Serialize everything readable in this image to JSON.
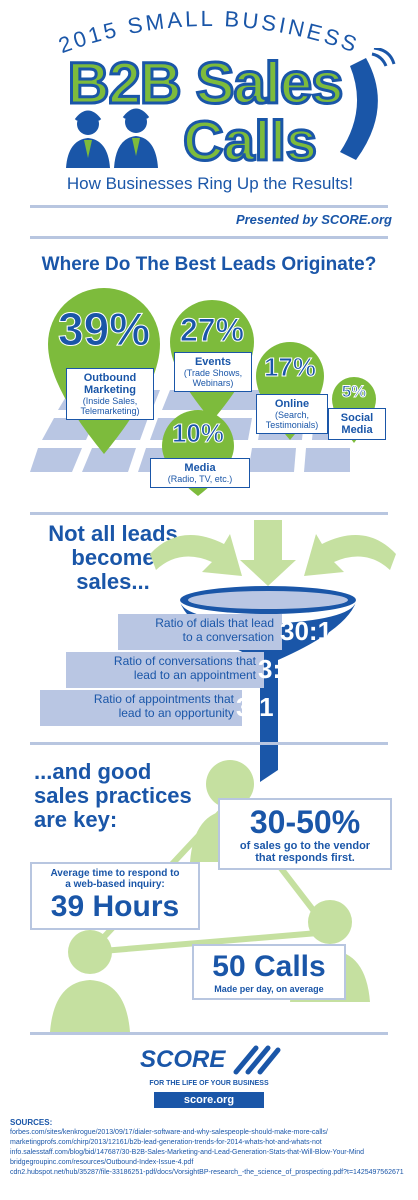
{
  "header": {
    "arc_title": "2015 SMALL BUSINESS",
    "title_line1": "B2B Sales",
    "title_line2": "Calls",
    "subtitle": "How Businesses Ring Up the Results!",
    "presented_by": "Presented by SCORE.org"
  },
  "leads": {
    "heading": "Where Do The Best Leads Originate?",
    "items": [
      {
        "pct": "39%",
        "name": "Outbound Marketing",
        "detail": "(Inside Sales, Telemarketing)"
      },
      {
        "pct": "27%",
        "name": "Events",
        "detail": "(Trade Shows, Webinars)"
      },
      {
        "pct": "17%",
        "name": "Online",
        "detail": "(Search, Testimonials)"
      },
      {
        "pct": "5%",
        "name": "Social Media",
        "detail": ""
      },
      {
        "pct": "10%",
        "name": "Media",
        "detail": "(Radio, TV, etc.)"
      }
    ]
  },
  "funnel": {
    "heading_line1": "Not all leads",
    "heading_line2": "become sales...",
    "ratios": [
      {
        "label_line1": "Ratio of dials that lead",
        "label_line2": "to a conversation",
        "value": "30:1"
      },
      {
        "label_line1": "Ratio of conversations that",
        "label_line2": "lead to an appointment",
        "value": "3:1"
      },
      {
        "label_line1": "Ratio of appointments that",
        "label_line2": "lead to an opportunity",
        "value": "3:1"
      }
    ]
  },
  "practices": {
    "heading_line1": "...and good",
    "heading_line2": "sales practices",
    "heading_line3": "are key:",
    "vendor_pct": "30-50%",
    "vendor_text_line1": "of sales go to the vendor",
    "vendor_text_line2": "that responds first.",
    "response_label_line1": "Average time to respond to",
    "response_label_line2": "a web-based inquiry:",
    "response_value": "39 Hours",
    "calls_value": "50 Calls",
    "calls_label": "Made per day, on average"
  },
  "footer": {
    "logo": "SCORE",
    "tagline": "FOR THE LIFE OF YOUR BUSINESS",
    "url": "score.org",
    "sources_heading": "SOURCES:",
    "sources": [
      "forbes.com/sites/kenkrogue/2013/09/17/dialer-software-and-why-salespeople-should-make-more-calls/",
      "marketingprofs.com/chirp/2013/12161/b2b-lead-generation-trends-for-2014-whats-hot-and-whats-not",
      "info.salesstaff.com/blog/bid/147687/30-B2B-Sales-Marketing-and-Lead-Generation-Stats-that-Will-Blow-Your-Mind",
      "bridgegroupinc.com/resources/Outbound-Index-Issue-4.pdf",
      "cdn2.hubspot.net/hub/35287/file-33186251-pdf/docs/VorsightBP-research_-the_science_of_prospecting.pdf?t=1425497562671"
    ]
  },
  "colors": {
    "blue": "#1a56a8",
    "green": "#7dbb3c",
    "light_blue": "#b9c6e3",
    "light_green": "#c5e0a0"
  }
}
